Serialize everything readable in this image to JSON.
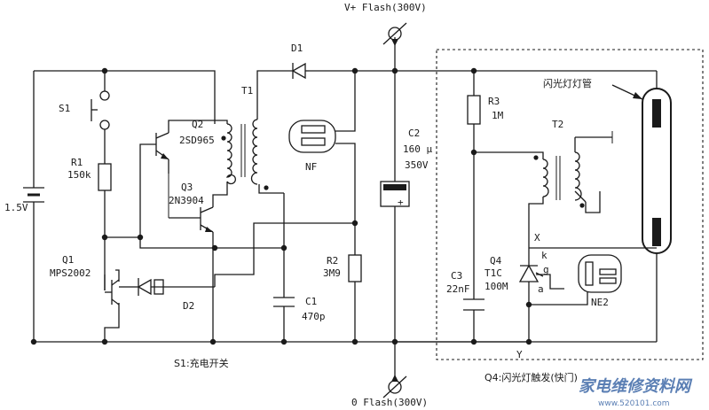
{
  "labels": {
    "vplus": "V+ Flash(300V)",
    "zero": "0 Flash(300V)",
    "battery": "1.5V",
    "s1": "S1",
    "r1_name": "R1",
    "r1_value": "150k",
    "q1_name": "Q1",
    "q1_part": "MPS2002",
    "d2": "D2",
    "q2_name": "Q2",
    "q2_part": "2SD965",
    "q3_name": "Q3",
    "q3_part": "2N3904",
    "t1": "T1",
    "d1": "D1",
    "nf": "NF",
    "c2_name": "C2",
    "c2_value": "160 μ",
    "c2_voltage": "350V",
    "r2_name": "R2",
    "r2_value": "3M9",
    "c1_name": "C1",
    "c1_value": "470p",
    "r3_name": "R3",
    "r3_value": "1M",
    "t2": "T2",
    "flash_tube": "闪光灯灯管",
    "x": "X",
    "y": "Y",
    "q4_name": "Q4",
    "q4_part": "T1C",
    "q4_rating": "100M",
    "k": "k",
    "g": "g",
    "a": "a",
    "c3_name": "C3",
    "c3_value": "22nF",
    "ne2": "NE2",
    "s1_caption": "S1:充电开关",
    "q4_caption": "Q4:闪光灯触发(快门)",
    "plus": "+"
  },
  "watermark": {
    "title": "家电维修资料网",
    "url": "www.520101.com"
  }
}
